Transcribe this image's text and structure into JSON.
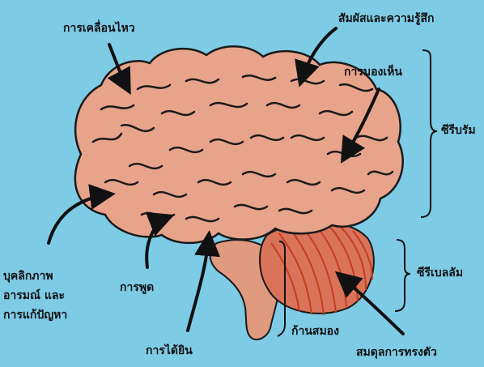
{
  "colors": {
    "background": "#7ecbe6",
    "brain": "#e8a38b",
    "brain_outline": "#1a1a1a",
    "cerebellum": "#d9735a",
    "cerebellum_lines": "#c23e22",
    "brainstem": "#e09a80",
    "arrow": "#111111"
  },
  "labels": {
    "movement": "การเคลื่อนไหว",
    "sensation": "สัมผัสและความรู้สึก",
    "vision": "การมองเห็น",
    "cerebrum": "ซีรีบรัม",
    "personality_1": "บุคลิกภาพ",
    "personality_2": "อารมณ์ และ",
    "personality_3": "การแก้ปัญหา",
    "speech": "การพูด",
    "cerebellum": "ซีรีเบลลัม",
    "brainstem": "ก้านสมอง",
    "hearing": "การได้ยิน",
    "balance": "สมดุลการทรงตัว"
  }
}
